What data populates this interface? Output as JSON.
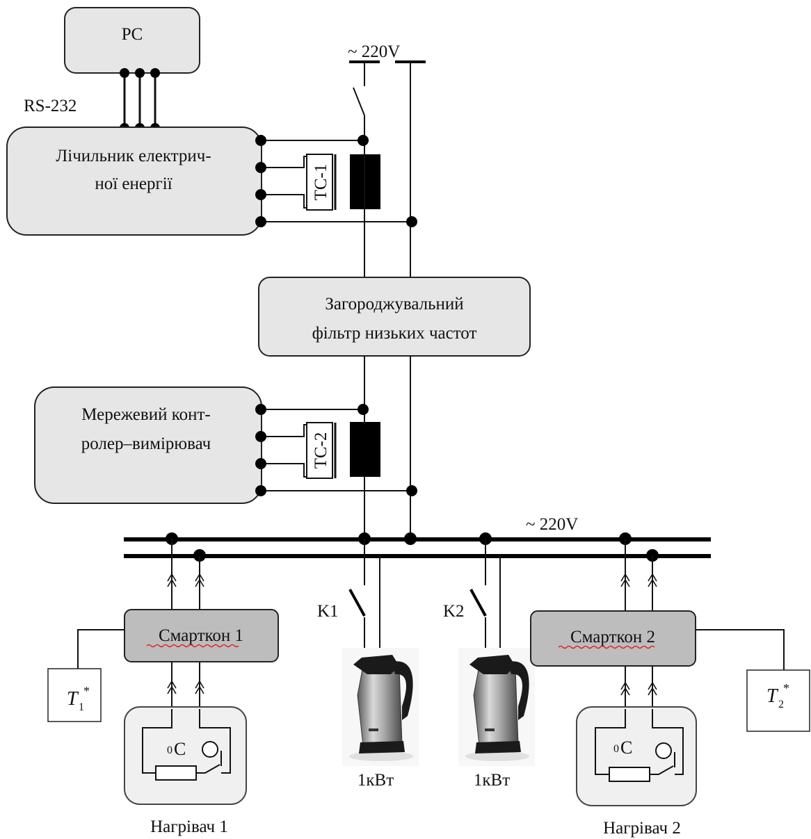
{
  "pc": {
    "label": "PC"
  },
  "interface": {
    "label": "RS-232"
  },
  "meter": {
    "line1": "Лічильник електрич-",
    "line2": "ної енергії"
  },
  "ct1": {
    "label": "TC-1"
  },
  "ct2": {
    "label": "TC-2"
  },
  "supply_top": {
    "label": "~ 220V"
  },
  "filter": {
    "line1": "Загороджувальний",
    "line2": "фільтр низьких частот"
  },
  "controller": {
    "line1": "Мережевий конт-",
    "line2": "ролер–вимірювач"
  },
  "bus": {
    "label": "~ 220V"
  },
  "switches": {
    "k1": "K1",
    "k2": "K2"
  },
  "smartcon1": {
    "label": "Смарткон 1"
  },
  "smartcon2": {
    "label": "Смарткон 2"
  },
  "sensor1": {
    "symbol": "T",
    "subscript": "1",
    "superscript": "*"
  },
  "sensor2": {
    "symbol": "T",
    "subscript": "2",
    "superscript": "*"
  },
  "heater1": {
    "temp_unit": "C",
    "temp_sup": "0",
    "caption": "Нагрівач 1"
  },
  "heater2": {
    "temp_unit": "C",
    "temp_sup": "0",
    "caption": "Нагрівач 2"
  },
  "kettle1": {
    "power": "1кВт"
  },
  "kettle2": {
    "power": "1кВт"
  }
}
